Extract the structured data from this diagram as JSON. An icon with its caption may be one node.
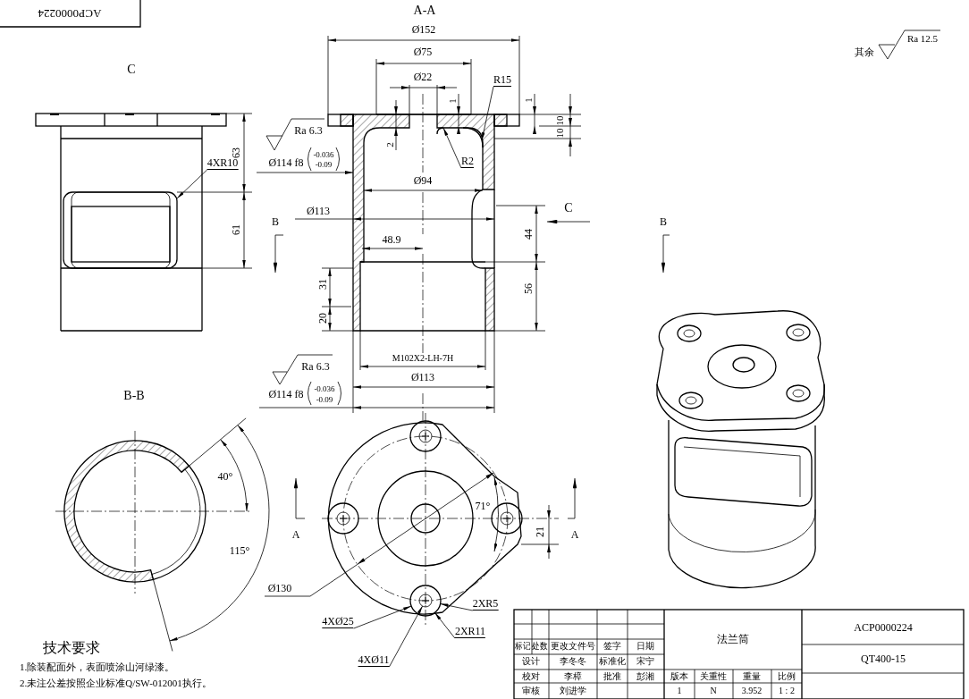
{
  "diagram": {
    "nodes": [
      {
        "text": [
          "4XR10"
        ]
      },
      {
        "text": [
          "R15"
        ]
      },
      {
        "text": [
          "R2"
        ]
      },
      {
        "text": [
          "4XØ25"
        ]
      },
      {
        "text": [
          "2XR5"
        ]
      },
      {
        "text": [
          "2XR11"
        ]
      },
      {
        "text": [
          "4XØ11"
        ]
      },
      {
        "text": [],
        "shape": "box"
      },
      {
        "text": [],
        "shape": "arc"
      },
      {
        "text": [],
        "shape": "arc"
      },
      {
        "text": [],
        "shape": "circle"
      },
      {
        "text": [],
        "shape": "circle",
        "in": 10
      }
    ],
    "edges": [
      {
        "from": 0,
        "to": 7,
        "arrow": "to"
      },
      {
        "from": 1,
        "to": 8,
        "arrow": "to"
      },
      {
        "from": 2,
        "to": 9,
        "arrow": "to"
      },
      {
        "from": 3,
        "to": 10,
        "arrow": "to"
      },
      {
        "from": 4,
        "to": 10,
        "arrow": "to"
      },
      {
        "from": 5,
        "to": 10,
        "arrow": "to"
      },
      {
        "from": 6,
        "to": 11,
        "arrow": "to"
      }
    ],
    "labels": [
      "ACP0000224",
      "A-A",
      "Ø152",
      "Ø75",
      "其余",
      "Ra 12.5",
      "C",
      "Ø22",
      "1",
      "1",
      "Ra 6.3",
      "10",
      "10",
      "2",
      "63",
      "Ø114 f8",
      "-0.036",
      "-0.09",
      "Ø94",
      "Ø113",
      "C",
      "B",
      "B",
      "61",
      "48.9",
      "44",
      "31",
      "56",
      "20",
      "M102X2-LH-7H",
      "Ra 6.3",
      "Ø113",
      "Ø114 f8",
      "-0.036",
      "-0.09",
      "B-B",
      "40°",
      "71°",
      "A",
      "21",
      "A",
      "115°",
      "Ø130",
      "ACP0000224",
      "法兰筒",
      "技术要求",
      "标记",
      "处数",
      "更改文件号",
      "签字",
      "日期",
      "1.除装配面外，表面喷涂山河绿漆。",
      "设计",
      "李冬冬",
      "标准化",
      "宋宁",
      "QT400-15",
      "2.未注公差按照企业标准Q/SW-012001执行。",
      "校对",
      "李樟",
      "批准",
      "彭湘",
      "版本",
      "关重性",
      "重量",
      "比例",
      "审核",
      "刘进学",
      "1",
      "N",
      "3.952",
      "1 : 2"
    ]
  }
}
